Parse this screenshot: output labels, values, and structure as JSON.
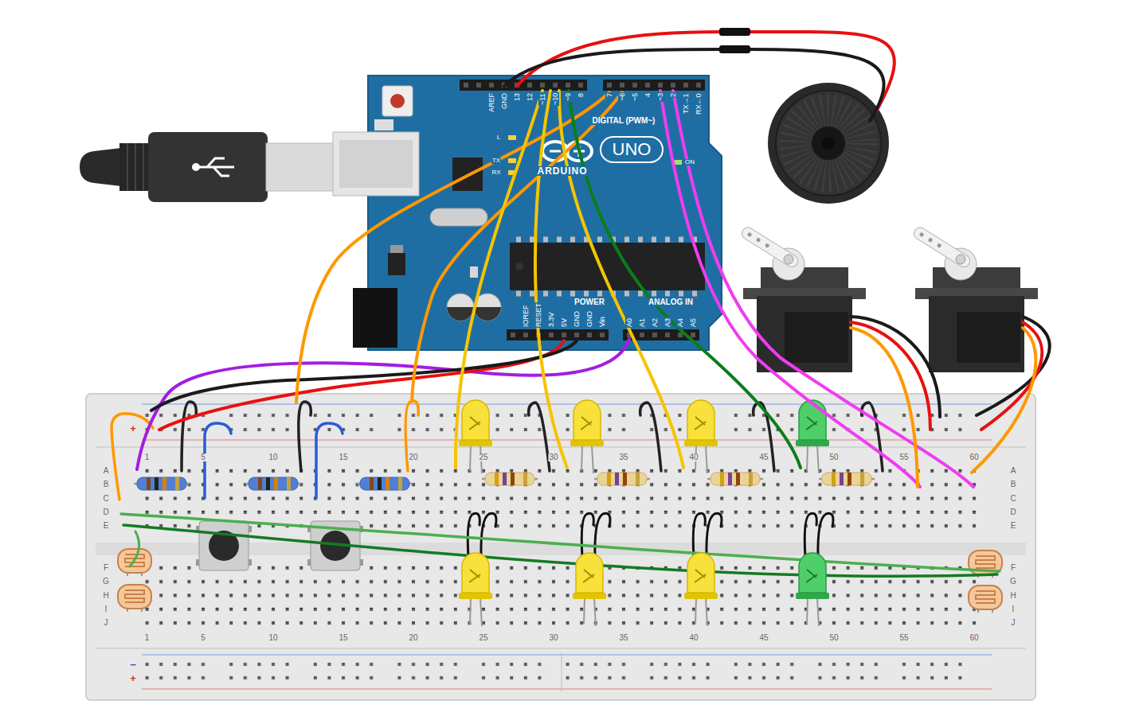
{
  "diagram": {
    "labels": [
      "AREF",
      "GND",
      "13",
      "12",
      "~11",
      "~10",
      "~9",
      "8",
      "7",
      "~6",
      "~5",
      "4",
      "~3",
      "2",
      "TX→1",
      "RX←0",
      "DIGITAL (PWM~)",
      "L",
      "TX",
      "RX",
      "ARDUINO",
      "UNO",
      "ON",
      "POWER",
      "ANALOG IN",
      "IOREF",
      "RESET",
      "3.3V",
      "5V",
      "GND",
      "GND",
      "Vin",
      "A0",
      "A1",
      "A2",
      "A3",
      "A4",
      "A5",
      "+",
      "1",
      "5",
      "10",
      "15",
      "20",
      "25",
      "30",
      "35",
      "40",
      "45",
      "50",
      "55",
      "60",
      "A",
      "B",
      "C",
      "D",
      "E",
      "F",
      "G",
      "H",
      "I",
      "J",
      "A",
      "B",
      "C",
      "D",
      "E",
      "F",
      "G",
      "H",
      "I",
      "J",
      "1",
      "5",
      "10",
      "15",
      "20",
      "25",
      "30",
      "35",
      "40",
      "45",
      "50",
      "55",
      "60",
      "−",
      "+"
    ]
  }
}
